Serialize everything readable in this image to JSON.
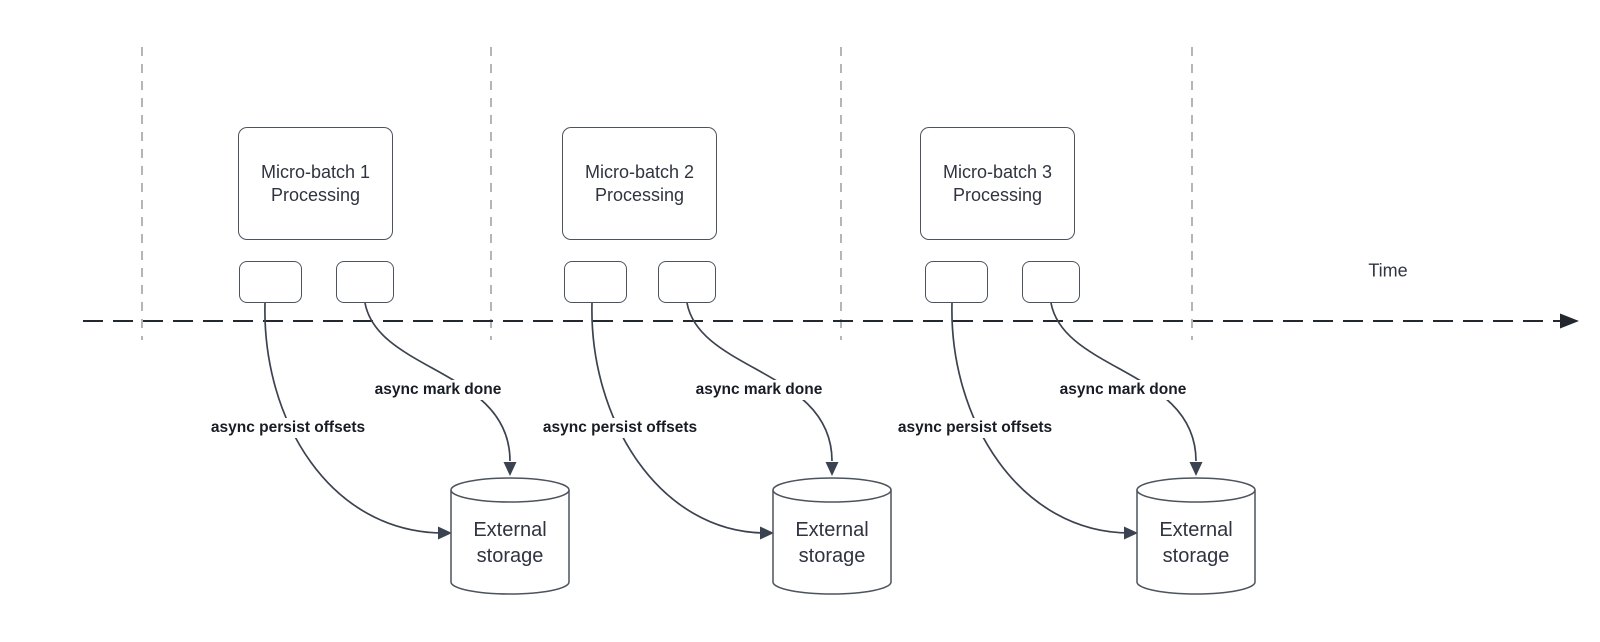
{
  "diagram": {
    "time_axis_label": "Time",
    "groups": [
      {
        "process_line1": "Micro-batch 1",
        "process_line2": "Processing",
        "persist_label": "async persist offsets",
        "mark_label": "async mark done",
        "storage_line1": "External",
        "storage_line2": "storage"
      },
      {
        "process_line1": "Micro-batch 2",
        "process_line2": "Processing",
        "persist_label": "async persist offsets",
        "mark_label": "async mark done",
        "storage_line1": "External",
        "storage_line2": "storage"
      },
      {
        "process_line1": "Micro-batch 3",
        "process_line2": "Processing",
        "persist_label": "async persist offsets",
        "mark_label": "async mark done",
        "storage_line1": "External",
        "storage_line2": "storage"
      }
    ],
    "colors": {
      "background": "#ffffff",
      "shape_stroke": "#4d535c",
      "shape_text": "#2f3440",
      "label_text": "#181c25",
      "curve": "#3c4350",
      "timeline": "#23272e",
      "guide_line": "#a3a3a3"
    }
  }
}
